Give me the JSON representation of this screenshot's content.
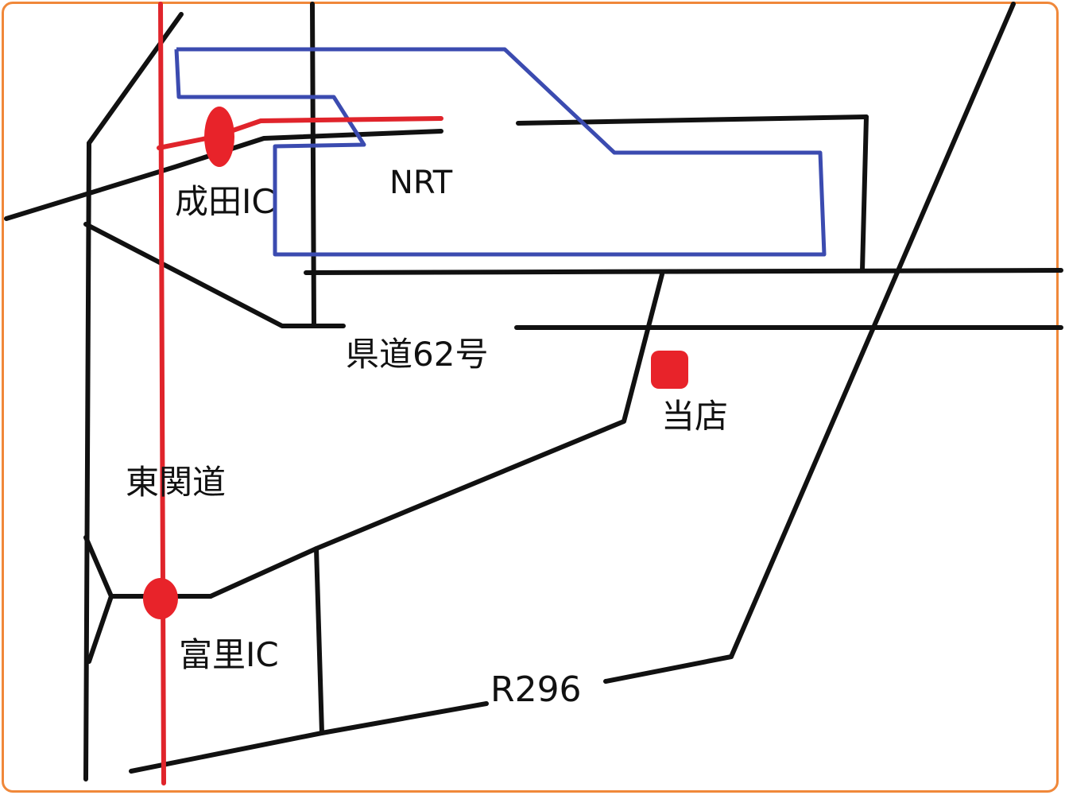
{
  "map": {
    "labels": {
      "narita_ic": "成田IC",
      "airport": "NRT",
      "prefectural_road": "県道62号",
      "shop": "当店",
      "expressway": "東関道",
      "tomisato_ic": "富里IC",
      "route": "R296"
    },
    "colors": {
      "roads": "#111111",
      "expressway": "#e0242b",
      "airport_outline": "#3b4bb0",
      "markers": "#e8232a",
      "frame": "#f0883a"
    },
    "markers": [
      "narita-ic-marker",
      "tomisato-ic-marker",
      "shop-marker"
    ]
  }
}
